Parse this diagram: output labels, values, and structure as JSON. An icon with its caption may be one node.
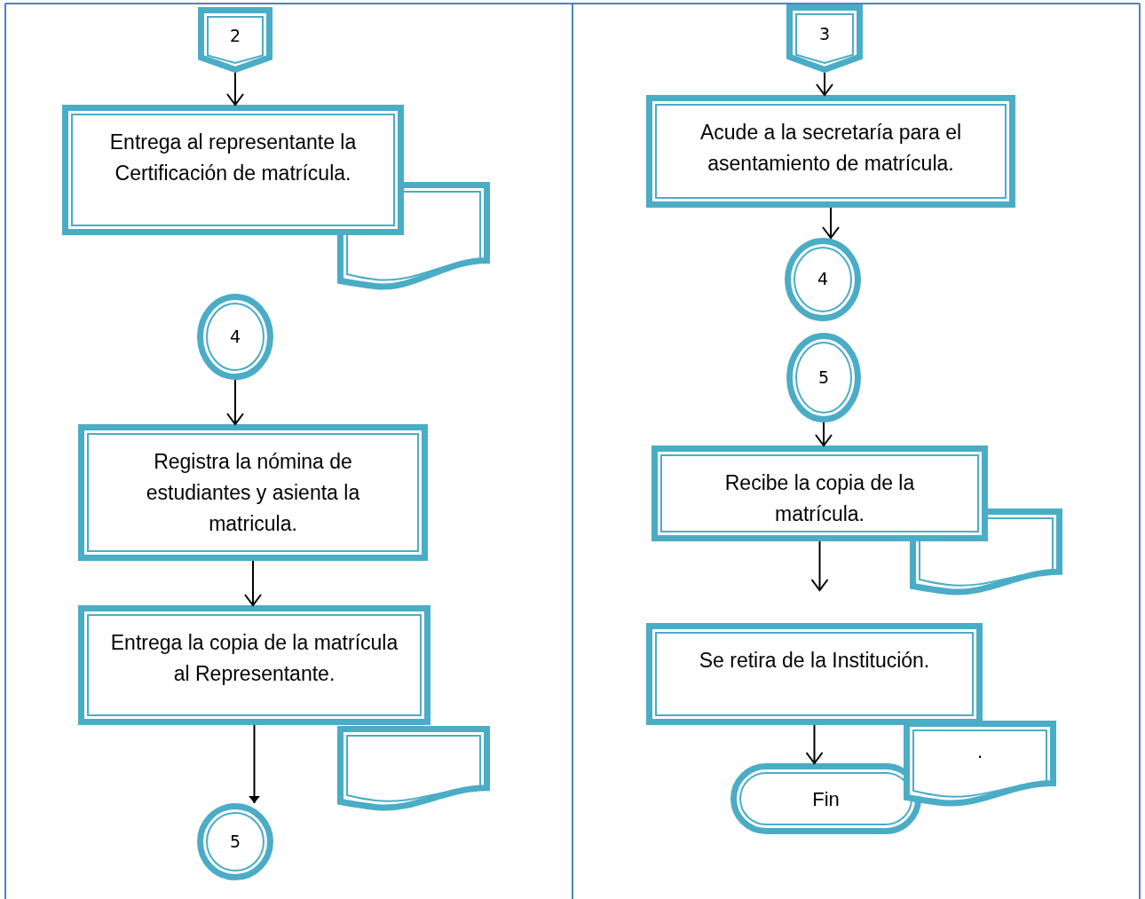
{
  "diagram": {
    "nodes": [
      {
        "text": [
          "2"
        ]
      },
      {
        "text": [
          "Entrega al representante la Certificación de matrícula."
        ]
      },
      {
        "text": [],
        "shape": "document"
      },
      {
        "text": [
          "4"
        ]
      },
      {
        "text": [
          "Registra la nómina de estudiantes y asienta la matricula."
        ]
      },
      {
        "text": [
          "Entrega la copia de la matrícula al Representante."
        ]
      },
      {
        "text": [],
        "shape": "document"
      },
      {
        "text": [
          "5"
        ]
      },
      {
        "text": [
          "3"
        ]
      },
      {
        "text": [
          "Acude a la secretaría para el asentamiento de matrícula."
        ]
      },
      {
        "text": [
          "4"
        ]
      },
      {
        "text": [
          "5"
        ]
      },
      {
        "text": [
          "Recibe la copia de la matrícula."
        ]
      },
      {
        "text": [],
        "shape": "document"
      },
      {
        "text": [
          "Se retira de la Institución."
        ]
      },
      {
        "text": [
          "Fin"
        ]
      },
      {
        "text": [
          "."
        ]
      }
    ],
    "edges": [
      {
        "from": 0,
        "to": 1,
        "arrow": "to"
      },
      {
        "from": 3,
        "to": 4,
        "arrow": "to"
      },
      {
        "from": 4,
        "to": 5,
        "arrow": "to"
      },
      {
        "from": 5,
        "to": 7,
        "arrow": "to"
      },
      {
        "from": 8,
        "to": 9,
        "arrow": "to"
      },
      {
        "from": 9,
        "to": 10,
        "arrow": "to"
      },
      {
        "from": 11,
        "to": 12,
        "arrow": "to"
      },
      {
        "from": 12,
        "to": null,
        "arrow": "to"
      },
      {
        "from": 14,
        "to": 15,
        "arrow": "to"
      }
    ]
  }
}
